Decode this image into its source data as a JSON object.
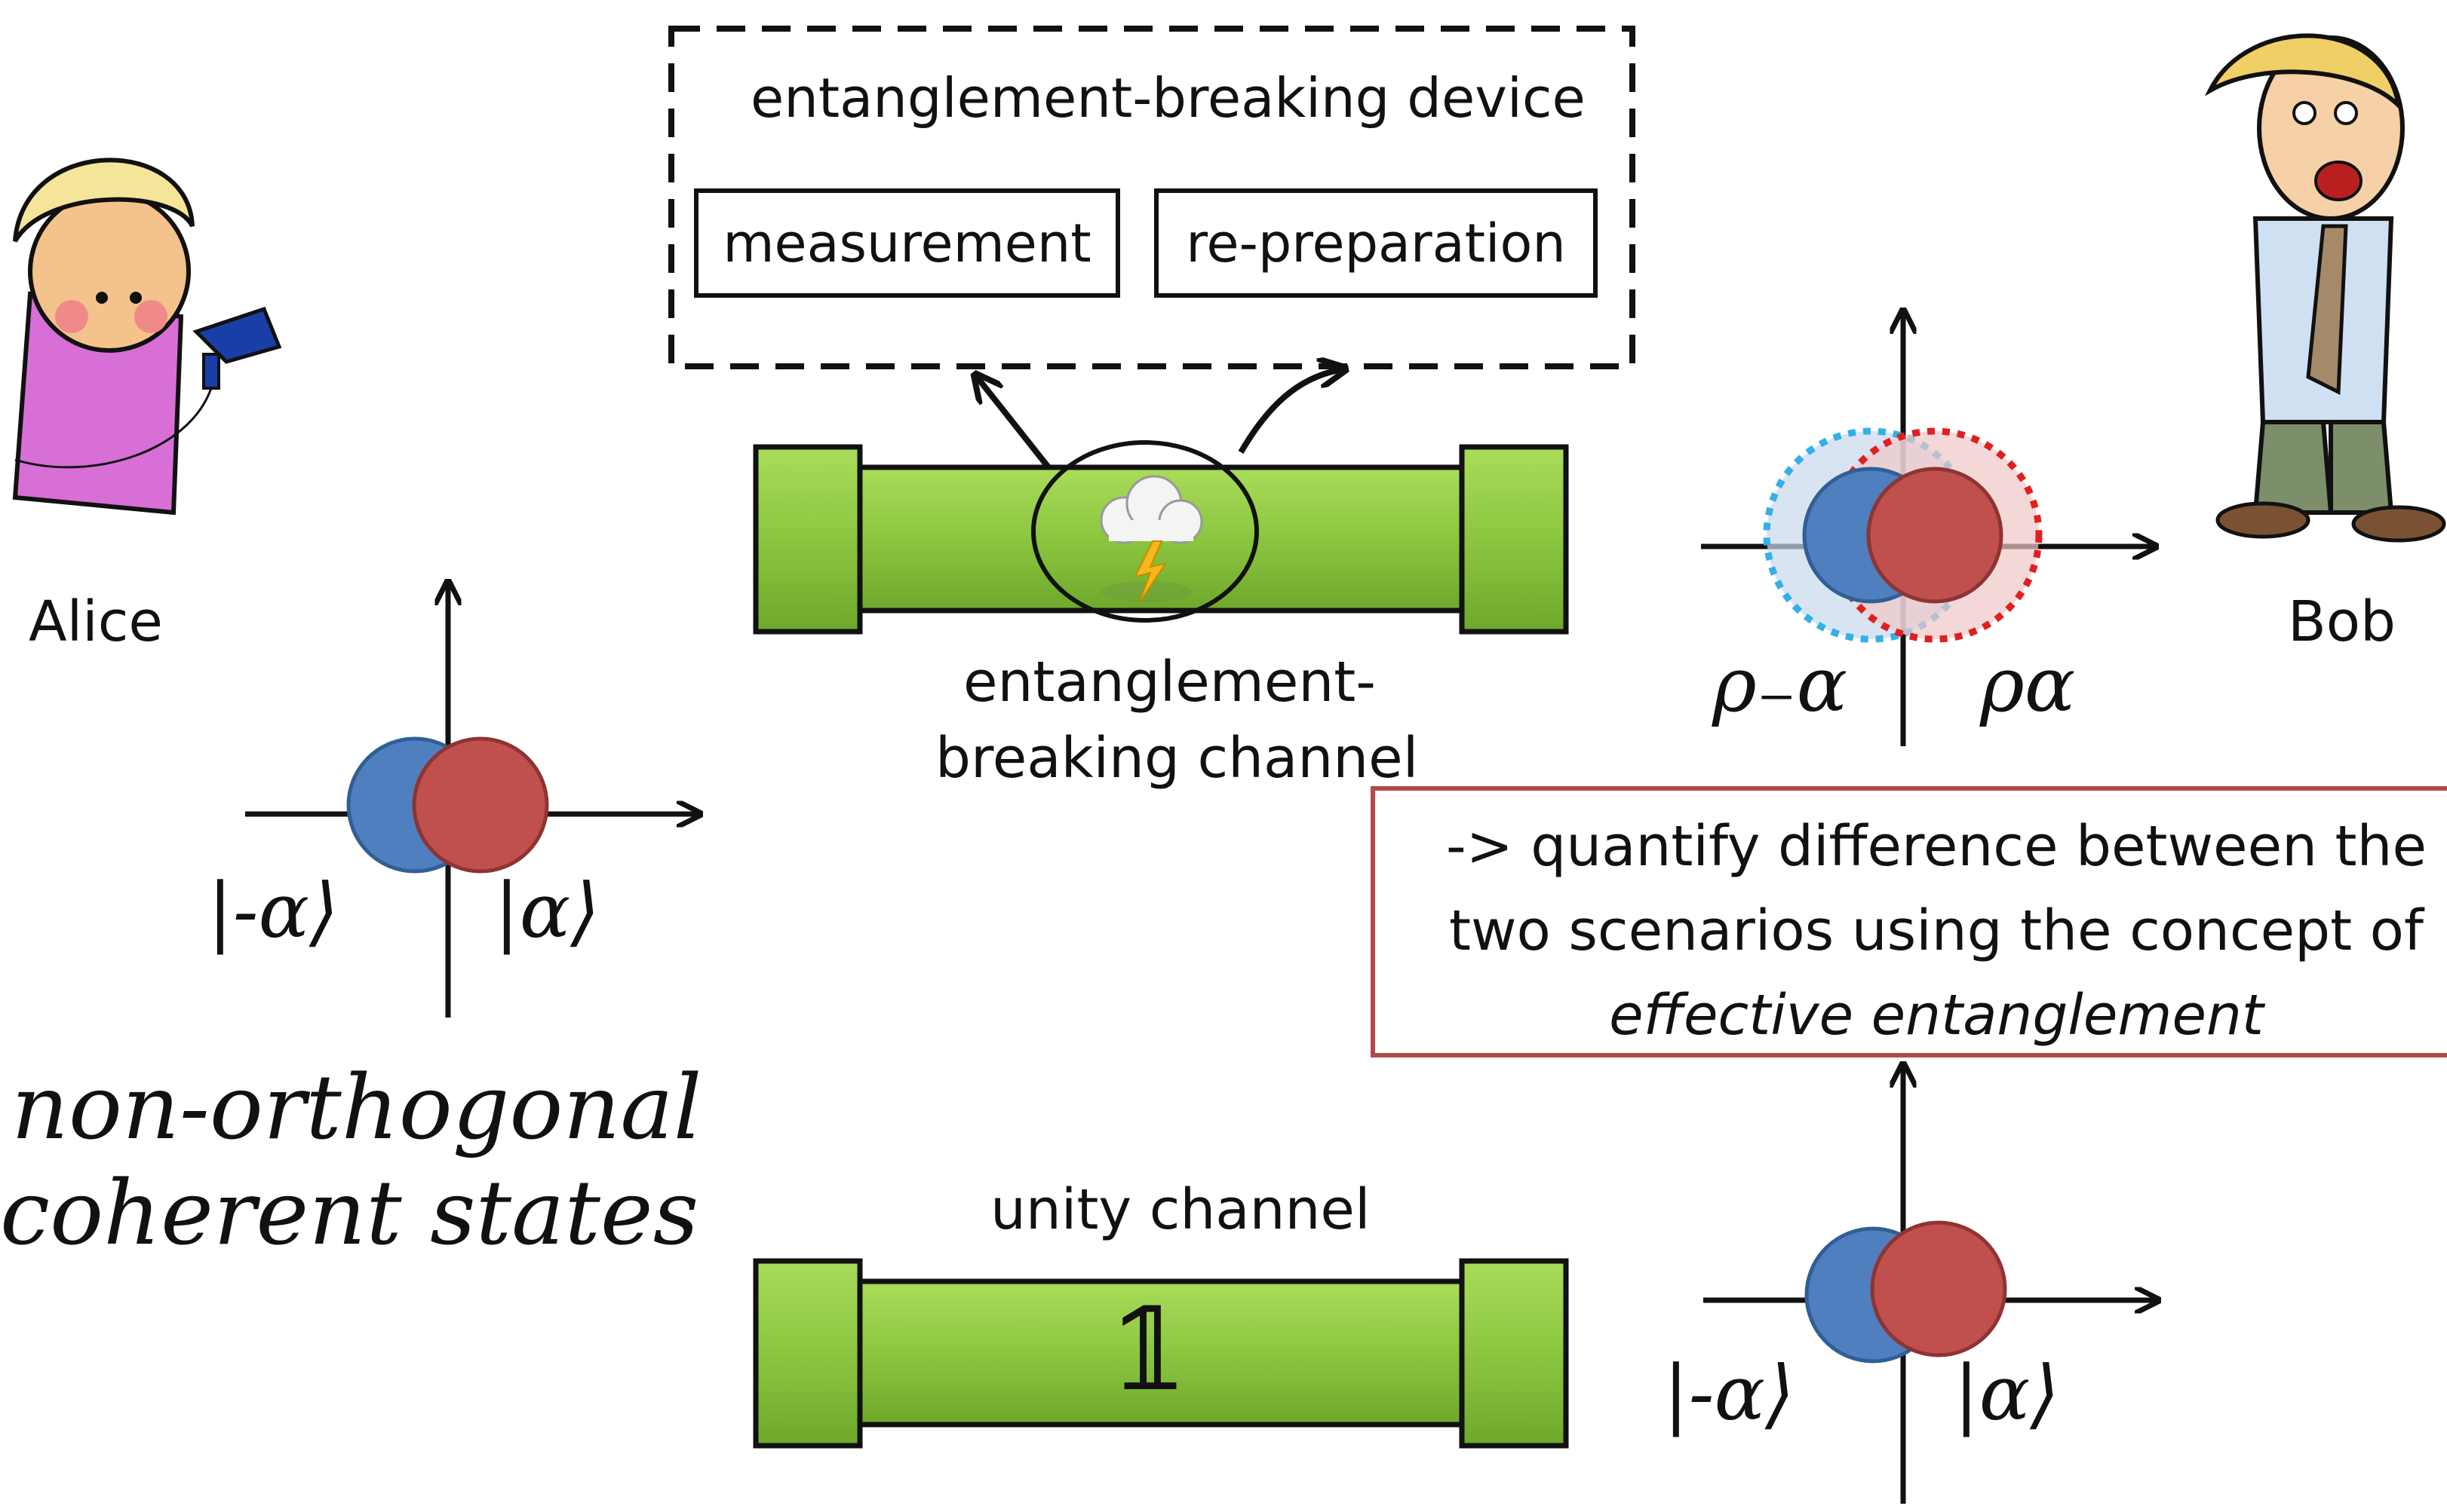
{
  "device": {
    "title": "entanglement-breaking device",
    "measurement_label": "measurement",
    "repreparation_label": "re-preparation"
  },
  "channels": {
    "breaking_line1": "entanglement-",
    "breaking_line2": "breaking channel",
    "unity_label": "unity channel",
    "unity_symbol": "𝟙"
  },
  "people": {
    "alice": "Alice",
    "bob": "Bob"
  },
  "states": {
    "alice_minus": "|-α⟩",
    "alice_plus": "|α⟩",
    "bob_minus": "|-α⟩",
    "bob_plus": "|α⟩",
    "rho_left": "ρ₋α",
    "rho_right": "ρα"
  },
  "handwriting": {
    "line1": "non-orthogonal",
    "line2": "coherent states"
  },
  "note": {
    "line1": "-> quantify difference between the",
    "line2": "two scenarios using the concept of",
    "line3": "effective entanglement"
  },
  "colors": {
    "pipe_green": "#8cc63f",
    "pipe_dark": "#5f9a26",
    "blue_state": "#4f7fbf",
    "red_state": "#c0504d",
    "dotted_blue": "#33b0e6",
    "dotted_red": "#e02020",
    "note_border": "#b24a4a"
  }
}
